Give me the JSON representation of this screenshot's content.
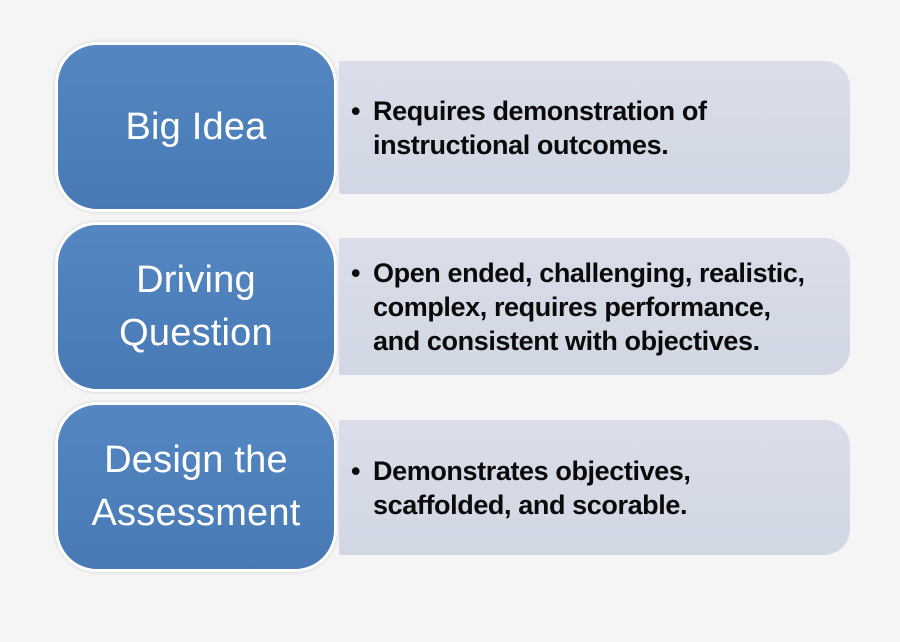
{
  "diagram": {
    "type": "smartart-vertical-bullet-list",
    "bullet_char": "•",
    "colors": {
      "background": "#f5f5f5",
      "stage_fill": "#4e81bc",
      "stage_border": "#ffffff",
      "stage_text": "#ffffff",
      "panel_fill": "#d5dae6",
      "panel_text": "#0a0a0a"
    },
    "rows": [
      {
        "id": "big-idea",
        "label_lines": [
          "Big Idea"
        ],
        "bullet_lines": [
          "Requires demonstration of",
          "instructional outcomes."
        ]
      },
      {
        "id": "driving-question",
        "label_lines": [
          "Driving",
          "Question"
        ],
        "bullet_lines": [
          "Open ended, challenging, realistic,",
          "complex, requires performance,",
          "and consistent with objectives."
        ]
      },
      {
        "id": "design-the-assessment",
        "label_lines": [
          "Design the",
          "Assessment"
        ],
        "bullet_lines": [
          "Demonstrates objectives,",
          "scaffolded, and scorable."
        ]
      }
    ]
  }
}
